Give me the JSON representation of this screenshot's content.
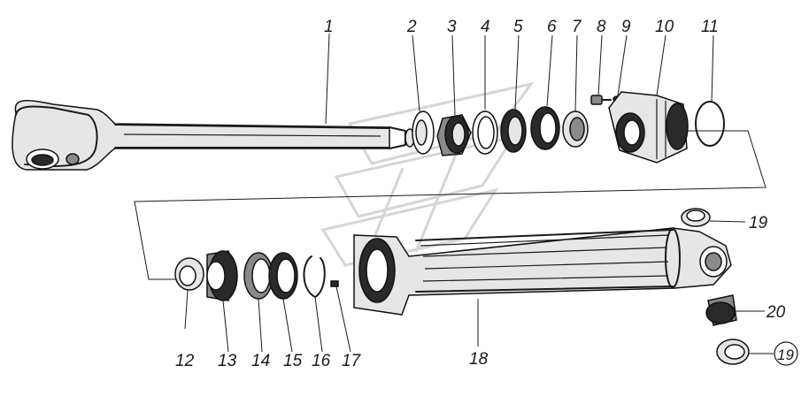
{
  "diagram": {
    "callouts": [
      {
        "id": "part-1",
        "text": "1"
      },
      {
        "id": "part-2",
        "text": "2"
      },
      {
        "id": "part-3",
        "text": "3"
      },
      {
        "id": "part-4",
        "text": "4"
      },
      {
        "id": "part-5",
        "text": "5"
      },
      {
        "id": "part-6",
        "text": "6"
      },
      {
        "id": "part-7",
        "text": "7"
      },
      {
        "id": "part-8",
        "text": "8"
      },
      {
        "id": "part-9",
        "text": "9"
      },
      {
        "id": "part-10",
        "text": "10"
      },
      {
        "id": "part-11",
        "text": "11"
      },
      {
        "id": "part-12",
        "text": "12"
      },
      {
        "id": "part-13",
        "text": "13"
      },
      {
        "id": "part-14",
        "text": "14"
      },
      {
        "id": "part-15",
        "text": "15"
      },
      {
        "id": "part-16",
        "text": "16"
      },
      {
        "id": "part-17",
        "text": "17"
      },
      {
        "id": "part-18",
        "text": "18"
      },
      {
        "id": "part-19a",
        "text": "19"
      },
      {
        "id": "part-20",
        "text": "20"
      },
      {
        "id": "part-19b",
        "text": "19"
      }
    ]
  }
}
